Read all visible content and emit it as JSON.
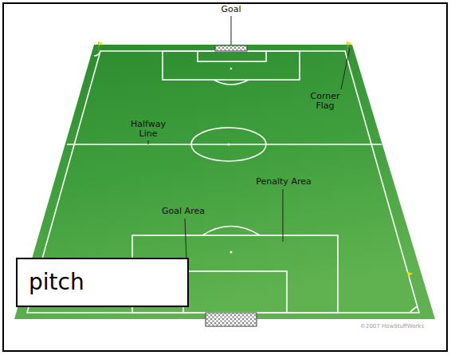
{
  "diagram": {
    "nodes": [
      {
        "text": [
          "pitch"
        ]
      }
    ],
    "edges": [],
    "labels": [
      "Goal",
      "Halfway Line",
      "Corner Flag",
      "Penalty Area",
      "Goal Area",
      "©2007 HowStuffWorks"
    ]
  }
}
